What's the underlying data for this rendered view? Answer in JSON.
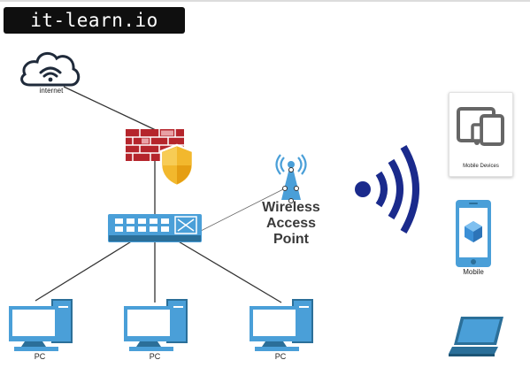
{
  "brand": {
    "title": "it-learn.io"
  },
  "nodes": {
    "internet": {
      "label": "internet",
      "icon": "cloud-wifi-icon"
    },
    "firewall": {
      "icon": "firewall-brick-icon"
    },
    "shield": {
      "icon": "security-shield-icon"
    },
    "switch": {
      "icon": "network-switch-icon"
    },
    "wap": {
      "label": "Wireless Access Point",
      "icon": "wireless-access-point-icon"
    },
    "signal": {
      "icon": "wifi-signal-icon"
    },
    "mobile_devices": {
      "label": "Mobile Devices",
      "icon": "mobile-devices-icon"
    },
    "mobile": {
      "label": "Mobile",
      "icon": "smartphone-icon"
    },
    "laptop": {
      "icon": "laptop-icon"
    },
    "pcs": [
      {
        "label": "PC",
        "icon": "desktop-pc-icon"
      },
      {
        "label": "PC",
        "icon": "desktop-pc-icon"
      },
      {
        "label": "PC",
        "icon": "desktop-pc-icon"
      }
    ]
  },
  "colors": {
    "device_blue": "#4a9fd8",
    "device_dark": "#2b6f99",
    "firewall_red": "#b5252c",
    "shield_gold": "#f2b82d",
    "signal_navy": "#1a2a8c",
    "line": "#333333"
  }
}
